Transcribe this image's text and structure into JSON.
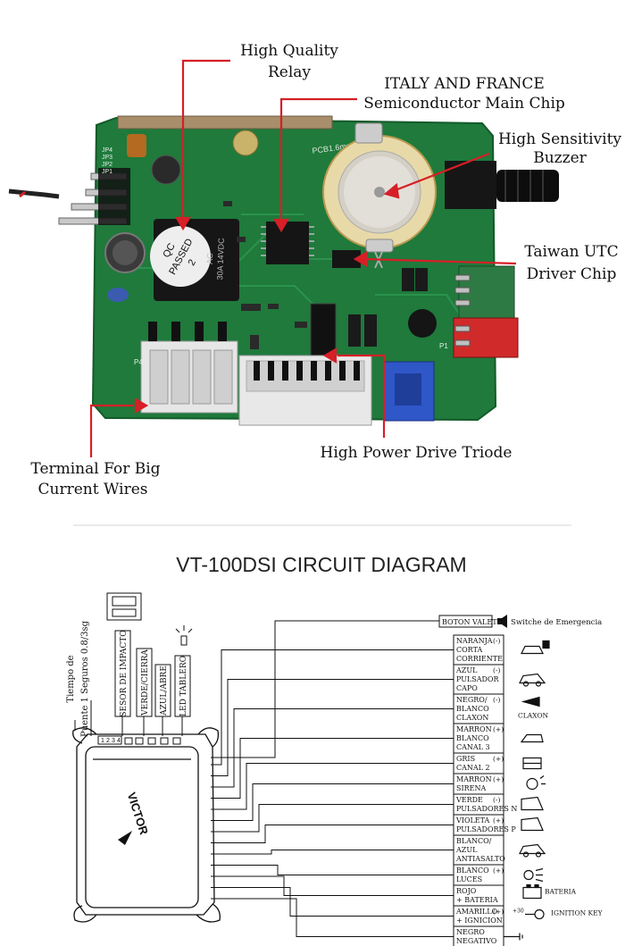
{
  "photo": {
    "callouts": {
      "relay": [
        "High Quality",
        "Relay"
      ],
      "main_chip": [
        "ITALY AND FRANCE",
        "Semiconductor Main Chip"
      ],
      "buzzer": [
        "High  Sensitivity",
        "Buzzer"
      ],
      "driver_chip": [
        "Taiwan UTC",
        "Driver Chip"
      ],
      "terminal": [
        "Terminal For Big",
        "Current Wires"
      ],
      "triode": "High Power Drive  Triode"
    },
    "board_text": {
      "relay_qc": "QC",
      "relay_passed": "PASSED",
      "relay_num": "2",
      "relay_rating": "30A 14VDC",
      "relay_ac": "AC",
      "pcb": "PCB1.6mm",
      "jp": [
        "JP4",
        "JP3",
        "JP2",
        "JP1"
      ],
      "p4": "P4",
      "p1": "P1"
    },
    "colors": {
      "board": "#1f7a3c",
      "callout": "#d61f26",
      "buzzer": "#e8d9a8"
    }
  },
  "diagram": {
    "title": "VT-100DSI CIRCUIT DIAGRAM",
    "brand": "VICTOR",
    "left_labels": {
      "tiempo": [
        "Tiempo de",
        "Puente 1  Seguros 0.8/3sg"
      ],
      "sensor": "SESOR DE IMPACTO",
      "verde": "VERDE/CIERRA",
      "azul": "AZUL/ABRE",
      "led": "LED TABLERO"
    },
    "connector_pins": [
      "1",
      "2",
      "3",
      "4"
    ],
    "valet": {
      "label": "BOTON VALET",
      "desc": "Switche de Emergencia"
    },
    "wires": [
      {
        "lines": [
          "NARANJA",
          "CORTA",
          "CORRIENTE"
        ],
        "sign": "(-)",
        "icon": "car-lock-icon",
        "note": ""
      },
      {
        "lines": [
          "AZUL",
          "PULSADOR",
          "CAPO"
        ],
        "sign": "(-)",
        "icon": "hood-icon",
        "note": ""
      },
      {
        "lines": [
          "NEGRO/",
          "BLANCO",
          "CLAXON"
        ],
        "sign": "(-)",
        "icon": "horn-icon",
        "note": "CLAXON"
      },
      {
        "lines": [
          "MARRON",
          "BLANCO",
          "CANAL 3"
        ],
        "sign": "(+)",
        "icon": "trunk-icon",
        "note": ""
      },
      {
        "lines": [
          "GRIS",
          "CANAL 2"
        ],
        "sign": "(+)",
        "icon": "window-icon",
        "note": ""
      },
      {
        "lines": [
          "MARRON",
          "SIRENA"
        ],
        "sign": "(+)",
        "icon": "siren-icon",
        "note": ""
      },
      {
        "lines": [
          "VERDE",
          "PULSADORES N"
        ],
        "sign": "(-)",
        "icon": "door-icon",
        "note": ""
      },
      {
        "lines": [
          "VIOLETA",
          "PULSADORES P"
        ],
        "sign": "(+)",
        "icon": "door-icon",
        "note": ""
      },
      {
        "lines": [
          "BLANCO/",
          "AZUL",
          "ANTIASALTO"
        ],
        "sign": "",
        "icon": "car-icon",
        "note": ""
      },
      {
        "lines": [
          "BLANCO",
          "LUCES"
        ],
        "sign": "(+)",
        "icon": "light-icon",
        "note": ""
      },
      {
        "lines": [
          "ROJO",
          "+ BATERIA"
        ],
        "sign": "",
        "icon": "battery-icon",
        "note": "BATERIA"
      },
      {
        "lines": [
          "AMARILLO",
          "+ IGNICION"
        ],
        "sign": "(+)",
        "icon": "key-icon",
        "note": "IGNITION KEY"
      },
      {
        "lines": [
          "NEGRO",
          "NEGATIVO"
        ],
        "sign": "",
        "icon": "ground-icon",
        "note": ""
      }
    ],
    "ignition_prefix": "+30"
  }
}
